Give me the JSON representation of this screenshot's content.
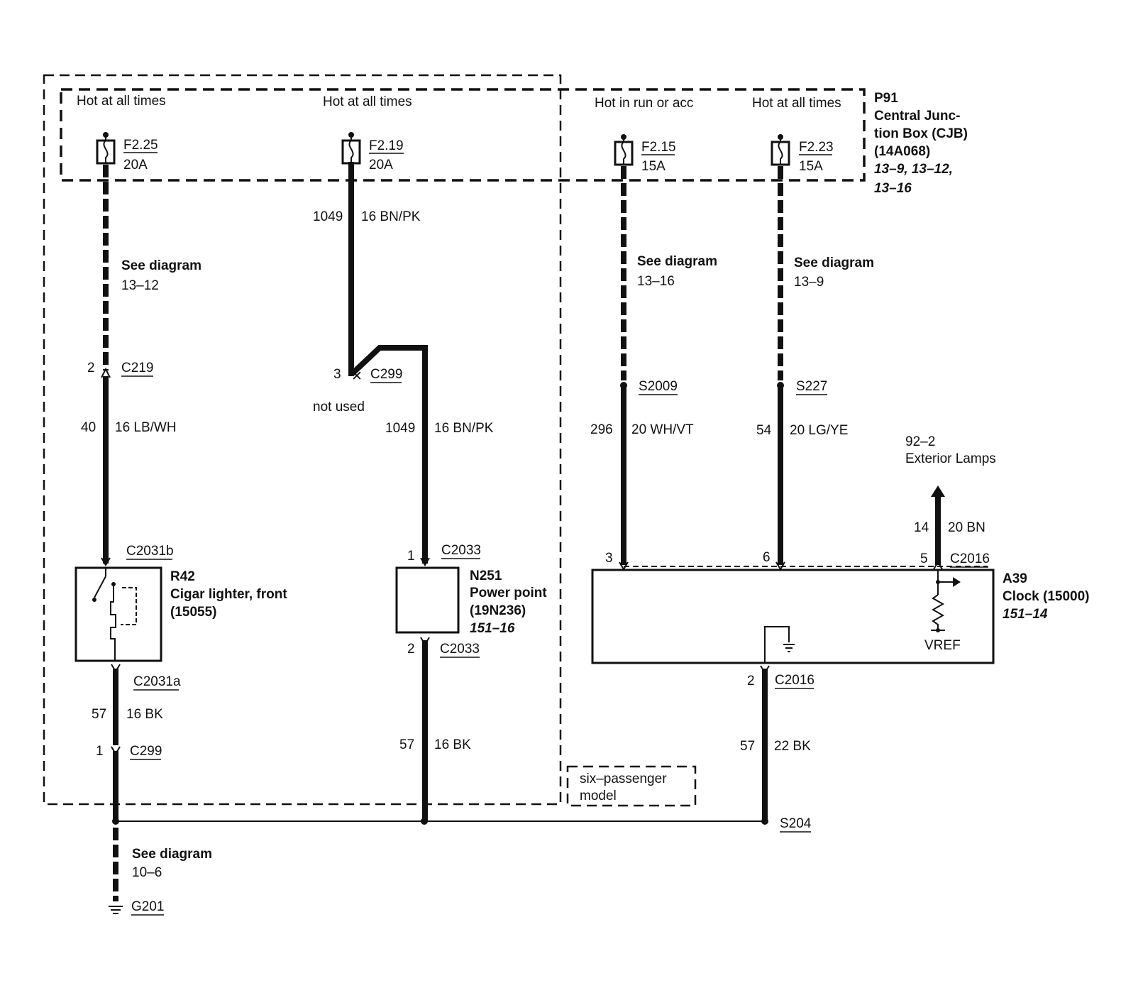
{
  "cjb": {
    "id": "P91",
    "name_line1": "Central Junc-",
    "name_line2": "tion Box (CJB)",
    "part": "(14A068)",
    "refs_line1": "13–9, 13–12,",
    "refs_line2": "13–16"
  },
  "fuses": [
    {
      "power": "Hot at all times",
      "id": "F2.25",
      "rating": "20A"
    },
    {
      "power": "Hot at all times",
      "id": "F2.19",
      "rating": "20A"
    },
    {
      "power": "Hot in run or acc",
      "id": "F2.15",
      "rating": "15A"
    },
    {
      "power": "Hot at all times",
      "id": "F2.23",
      "rating": "15A"
    }
  ],
  "wires": {
    "f219_out": {
      "circuit": "1049",
      "gauge_color": "16 BN/PK"
    },
    "lighter_in": {
      "circuit": "40",
      "gauge_color": "16 LB/WH"
    },
    "lighter_gnd": {
      "circuit": "57",
      "gauge_color": "16 BK"
    },
    "pp_in": {
      "circuit": "1049",
      "gauge_color": "16 BN/PK"
    },
    "pp_gnd": {
      "circuit": "57",
      "gauge_color": "16 BK"
    },
    "clock_in3": {
      "circuit": "296",
      "gauge_color": "20 WH/VT"
    },
    "clock_in6": {
      "circuit": "54",
      "gauge_color": "20 LG/YE"
    },
    "clock_out5": {
      "circuit": "14",
      "gauge_color": "20 BN"
    },
    "clock_gnd": {
      "circuit": "57",
      "gauge_color": "22 BK"
    }
  },
  "see_diagrams": [
    {
      "line1": "See diagram",
      "line2": "13–12"
    },
    {
      "line1": "See diagram",
      "line2": "13–16"
    },
    {
      "line1": "See diagram",
      "line2": "13–9"
    },
    {
      "line1": "See diagram",
      "line2": "10–6"
    }
  ],
  "connectors": {
    "c219": {
      "pin": "2",
      "id": "C219"
    },
    "c299_top": {
      "pin": "3",
      "id": "C299",
      "note": "not used"
    },
    "c2031b": {
      "id": "C2031b"
    },
    "c2031a": {
      "id": "C2031a"
    },
    "c299_bot": {
      "pin": "1",
      "id": "C299"
    },
    "c2033_top": {
      "pin": "1",
      "id": "C2033"
    },
    "c2033_bot": {
      "pin": "2",
      "id": "C2033"
    },
    "c2016_in3": {
      "pin": "3"
    },
    "c2016_in6": {
      "pin": "6"
    },
    "c2016_out5": {
      "pin": "5",
      "id": "C2016"
    },
    "c2016_gnd": {
      "pin": "2",
      "id": "C2016"
    }
  },
  "splices": {
    "s2009": "S2009",
    "s227": "S227",
    "s204": "S204"
  },
  "ground": "G201",
  "components": {
    "lighter": {
      "id": "R42",
      "name": "Cigar lighter, front",
      "part": "(15055)"
    },
    "power_point": {
      "id": "N251",
      "name": "Power point",
      "part": "(19N236)",
      "ref": "151–16"
    },
    "clock": {
      "id": "A39",
      "name": "Clock (15000)",
      "ref": "151–14",
      "vref": "VREF"
    }
  },
  "exterior": {
    "line1": "92–2",
    "line2": "Exterior Lamps"
  },
  "option_box": {
    "line1": "six–passenger",
    "line2": "model"
  }
}
